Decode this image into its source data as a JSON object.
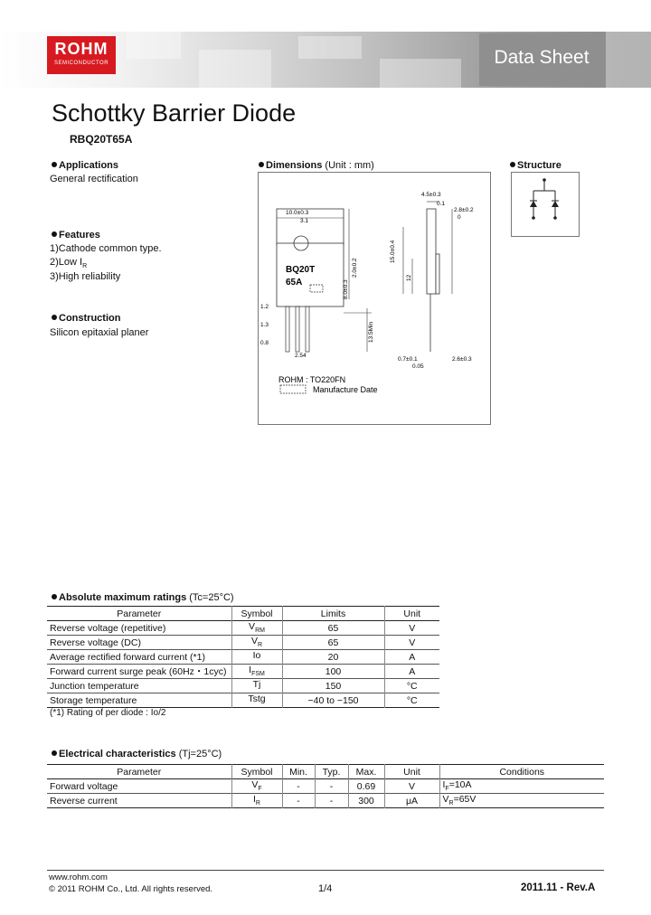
{
  "header": {
    "logo_main": "ROHM",
    "logo_sub": "SEMICONDUCTOR",
    "doc_type": "Data Sheet"
  },
  "title": "Schottky Barrier Diode",
  "part_number": "RBQ20T65A",
  "applications": {
    "heading": "Applications",
    "lines": [
      "General rectification"
    ]
  },
  "features": {
    "heading": "Features",
    "lines": [
      "1)Cathode common type.",
      "2)Low I",
      "3)High reliability"
    ],
    "low_sub": "R"
  },
  "construction": {
    "heading": "Construction",
    "lines": [
      "Silicon epitaxial planer"
    ]
  },
  "dimensions": {
    "heading": "Dimensions",
    "unit": "(Unit : mm)",
    "package_label": "ROHM : TO220FN",
    "manufacture_date": "Manufacture Date",
    "marking_line1": "BQ20T",
    "marking_line2": "65A",
    "dims": {
      "d1": "10.0±0.3",
      "d2": "3.1",
      "d3": "4.5±0.3",
      "d4": "0.1",
      "d5": "2.8±0.2",
      "d6": "0",
      "d7": "15.0±0.4",
      "d8": "12",
      "d9": "8.0±0.3",
      "d10": "2.0±0.2",
      "d11": "13.5Min",
      "d12": "1.2",
      "d13": "1.3",
      "d14": "0.8",
      "d15": "2.54",
      "d16": "0.7±0.1",
      "d17": "0.05",
      "d18": "2.6±0.3"
    }
  },
  "structure": {
    "heading": "Structure"
  },
  "abs_max": {
    "heading": "Absolute maximum ratings",
    "condition": "(Tc=25°C)",
    "columns": [
      "Parameter",
      "Symbol",
      "Limits",
      "Unit"
    ],
    "rows": [
      {
        "param": "Reverse voltage (repetitive)",
        "sym": "V",
        "sub": "RM",
        "limit": "65",
        "unit": "V"
      },
      {
        "param": "Reverse voltage (DC)",
        "sym": "V",
        "sub": "R",
        "limit": "65",
        "unit": "V"
      },
      {
        "param": "Average rectified forward current (*1)",
        "sym": "Io",
        "sub": "",
        "limit": "20",
        "unit": "A"
      },
      {
        "param": "Forward current surge peak (60Hz・1cyc)",
        "sym": "I",
        "sub": "FSM",
        "limit": "100",
        "unit": "A"
      },
      {
        "param": "Junction temperature",
        "sym": "Tj",
        "sub": "",
        "limit": "150",
        "unit": "°C"
      },
      {
        "param": "Storage temperature",
        "sym": "Tstg",
        "sub": "",
        "limit": "−40 to −150",
        "unit": "°C"
      }
    ],
    "note": "(*1)   Rating of per diode : Io/2"
  },
  "elec": {
    "heading": "Electrical characteristics",
    "condition": "(Tj=25°C)",
    "columns": [
      "Parameter",
      "Symbol",
      "Min.",
      "Typ.",
      "Max.",
      "Unit",
      "Conditions"
    ],
    "rows": [
      {
        "param": "Forward voltage",
        "sym": "V",
        "sub": "F",
        "min": "-",
        "typ": "-",
        "max": "0.69",
        "unit": "V",
        "cond_sym": "I",
        "cond_sub": "F",
        "cond": "=10A"
      },
      {
        "param": "Reverse current",
        "sym": "I",
        "sub": "R",
        "min": "-",
        "typ": "-",
        "max": "300",
        "unit": "μA",
        "cond_sym": "V",
        "cond_sub": "R",
        "cond": "=65V"
      }
    ]
  },
  "footer": {
    "url": "www.rohm.com",
    "copyright": "© 2011  ROHM Co., Ltd. All rights reserved.",
    "page": "1/4",
    "rev": "2011.11 -  Rev.A"
  }
}
